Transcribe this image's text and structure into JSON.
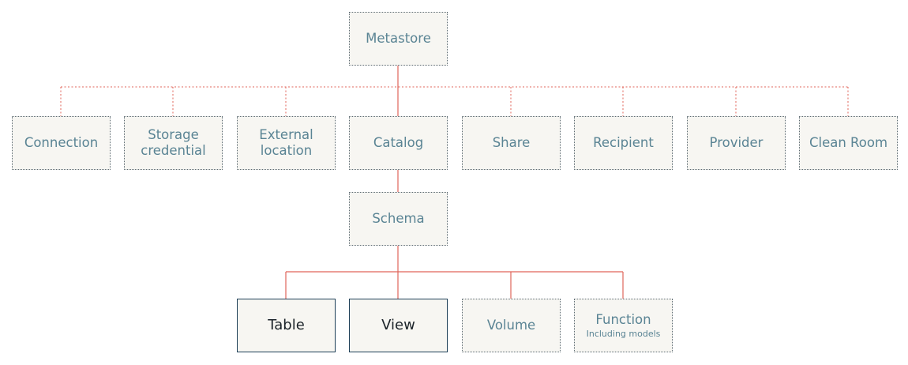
{
  "diagram": {
    "nodes": {
      "metastore": {
        "label": "Metastore"
      },
      "connection": {
        "label": "Connection"
      },
      "storage_credential": {
        "line1": "Storage",
        "line2": "credential"
      },
      "external_location": {
        "line1": "External",
        "line2": "location"
      },
      "catalog": {
        "label": "Catalog"
      },
      "share": {
        "label": "Share"
      },
      "recipient": {
        "label": "Recipient"
      },
      "provider": {
        "label": "Provider"
      },
      "clean_room": {
        "label": "Clean Room"
      },
      "schema": {
        "label": "Schema"
      },
      "table": {
        "label": "Table"
      },
      "view": {
        "label": "View"
      },
      "volume": {
        "label": "Volume"
      },
      "function": {
        "label": "Function",
        "sublabel": "Including models"
      }
    },
    "colors": {
      "primary_connector": "#e0655a",
      "dotted_connector": "#e0655a",
      "node_fill": "#f7f6f2",
      "node_text": "#5a8494",
      "highlight_border": "#1d3f57",
      "highlight_text": "#1b2329"
    }
  }
}
